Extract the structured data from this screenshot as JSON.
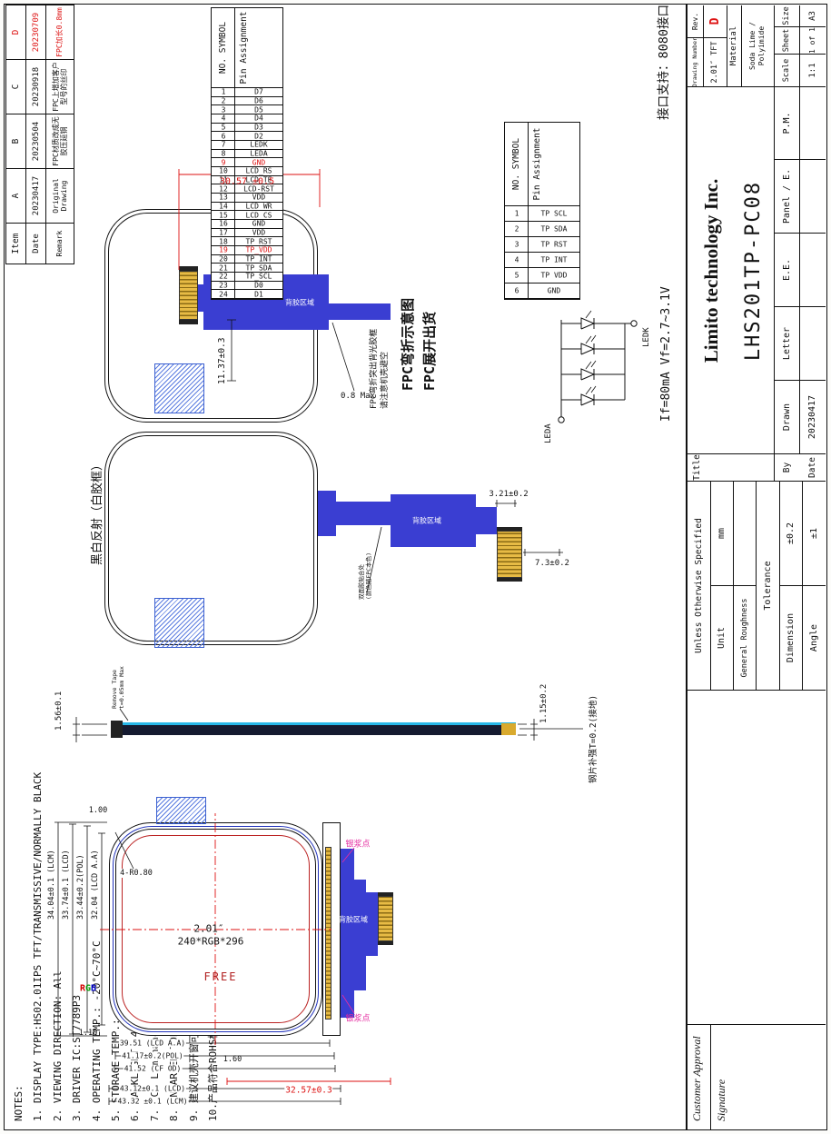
{
  "drawing": {
    "notes": [
      "NOTES:",
      "1. DISPLAY TYPE:HS02.01IPS TFT/TRANSMISSIVE/NORMALLY BLACK",
      "2. VIEWING DIRECTION: All",
      "3. DRIVER IC:ST7789P3",
      "4. OPERATING TEMP.:  -20°C~70°C",
      "5. STORAGE TEMP.:  -30°C~80°C",
      "6. BACKLIGHT: 4 CHIP-WHITE LED",
      "7. LCM Luminance:650 CD/M2(TYP)",
      "8. UNMARKED TOLERANCE:±0.2",
      "9. 建议机壳开窗可视区比 LCD A.A区单边大 0.3mm",
      "10.产品符合ROHS标准"
    ],
    "rev": {
      "headers": {
        "item": "Item",
        "date": "Date",
        "remark": "Remark"
      },
      "rows": [
        {
          "item": "A",
          "date": "20230417",
          "remark": "Original Drawing"
        },
        {
          "item": "B",
          "date": "20230504",
          "remark": "FPC材质改成无胶压延铜"
        },
        {
          "item": "C",
          "date": "20230918",
          "remark": "FPC上增加客户型号的丝印"
        },
        {
          "item": "D",
          "date": "20230709",
          "remark": "FPC加长0.8mm",
          "color": "#dd1111"
        }
      ]
    },
    "pin_header": {
      "no_symbol": "NO. SYMBOL",
      "assignment": "Pin Assignment"
    },
    "pins24": [
      {
        "n": "1",
        "s": "D7"
      },
      {
        "n": "2",
        "s": "D6"
      },
      {
        "n": "3",
        "s": "D5"
      },
      {
        "n": "4",
        "s": "D4"
      },
      {
        "n": "5",
        "s": "D3"
      },
      {
        "n": "6",
        "s": "D2"
      },
      {
        "n": "7",
        "s": "LEDK"
      },
      {
        "n": "8",
        "s": "LEDA"
      },
      {
        "n": "9",
        "s": "GND",
        "color": "#dd1111"
      },
      {
        "n": "10",
        "s": "LCD_RS"
      },
      {
        "n": "11",
        "s": "LCD_TE"
      },
      {
        "n": "12",
        "s": "LCD-RST"
      },
      {
        "n": "13",
        "s": "VDD"
      },
      {
        "n": "14",
        "s": "LCD_WR"
      },
      {
        "n": "15",
        "s": "LCD_CS"
      },
      {
        "n": "16",
        "s": "GND"
      },
      {
        "n": "17",
        "s": "VDD"
      },
      {
        "n": "18",
        "s": "TP_RST"
      },
      {
        "n": "19",
        "s": "TP_VDD",
        "color": "#dd1111"
      },
      {
        "n": "20",
        "s": "TP_INT"
      },
      {
        "n": "21",
        "s": "TP_SDA"
      },
      {
        "n": "22",
        "s": "TP_SCL"
      },
      {
        "n": "23",
        "s": "D0"
      },
      {
        "n": "24",
        "s": "D1"
      }
    ],
    "pins6": [
      {
        "n": "1",
        "s": "TP SCL"
      },
      {
        "n": "2",
        "s": "TP SDA"
      },
      {
        "n": "3",
        "s": "TP RST"
      },
      {
        "n": "4",
        "s": "TP INT"
      },
      {
        "n": "5",
        "s": "TP VDD"
      },
      {
        "n": "6",
        "s": "GND"
      }
    ],
    "annotations": {
      "interface_support": "接口支持：8080接口",
      "fpc_bend_title": "FPC弯折示意图",
      "fpc_ship_title": "FPC展开出货",
      "fpc_note_line1": "FPC弯折突出背光胶框",
      "fpc_note_line2": "请注意机壳避空",
      "bw_reflect": "黑白反射（白胶框）",
      "led_spec": "If=80mA  Vf=2.7~3.1V",
      "leda": "LEDA",
      "ledk": "LEDK",
      "steel_note": "钢片补强T=0.2(接地)",
      "remove_tape_line1": "Remove Tape",
      "remove_tape_line2": "t=0.05mm Max",
      "fpc_adhesive": "背胶区域",
      "adhesive_note_line1": "双面胶贴合处",
      "adhesive_note_line2": "(颜色随FPC本色)",
      "silver_dot": "银浆点",
      "free_area": "FREE",
      "rgb_r": "R",
      "rgb_g": "G",
      "rgb_b": "B",
      "size_inch": "2.01″",
      "resolution": "240*RGB*296",
      "corner_radius": "4-R0.80"
    },
    "dims": {
      "fpc_bent_length": "30.57 ±0.5",
      "fpc_offset": "11.37±0.3",
      "bend_max": "0.8 Max",
      "conn_w": "3.21±0.2",
      "conn_l": "7.3±0.2",
      "thickness": "1.56±0.1",
      "thickness2": "1.15±0.2",
      "d100": "1.00",
      "d110": "1.10",
      "d160": "1.60",
      "fpc_flat_length": "32.57±0.3",
      "lcm_w": "34.04±0.1 (LCM)",
      "lcd_w": "33.74±0.1 (LCD)",
      "pol_w": "33.44±0.2(POL)",
      "aa_w": "32.04 (LCD A.A)",
      "aa_h": "39.51 (LCD A.A)",
      "pol_h": "41.17±0.2(POL)",
      "cf_h": "41.52 (CF OD)",
      "lcd_h": "43.12±0.1 (LCD)",
      "lcm_h": "43.32 ±0.1 (LCM)"
    }
  },
  "title_block": {
    "customer_approval": "Customer Approval",
    "signature": "Signature",
    "unless": "Unless Otherwise Specified",
    "unit_label": "Unit",
    "unit_value": "mm",
    "roughness_label": "General Roughness",
    "tolerance_label": "Tolerance",
    "dimension_label": "Dimension",
    "dimension_value": "±0.2",
    "angle_label": "Angle",
    "angle_value": "±1",
    "title_label": "Title",
    "by_label": "By",
    "date_label": "Date",
    "company": "Limito technology Inc.",
    "part_number": "LHS201TP-PC08",
    "drawn_label": "Drawn",
    "letter": "Letter",
    "date_value": "20230417",
    "ee": "E.E.",
    "panel": "Panel / E.",
    "pm": "P.M.",
    "drawing_number_label": "Drawing Number",
    "drawing_number": "2.01″ TFT",
    "rev_label": "Rev.",
    "rev_value": "D",
    "material_label": "Material",
    "material_value": "Soda Lime / Polyimide",
    "scale_label": "Scale",
    "scale_value": "1:1",
    "sheet_label": "Sheet",
    "sheet_value": "1 of 1",
    "size_label": "Size",
    "size_value": "A3"
  },
  "colors": {
    "accent_red": "#dd1111",
    "fpc_blue": "#3a3ed2",
    "gold": "#d9aa2e",
    "magenta": "#e42ca0"
  }
}
